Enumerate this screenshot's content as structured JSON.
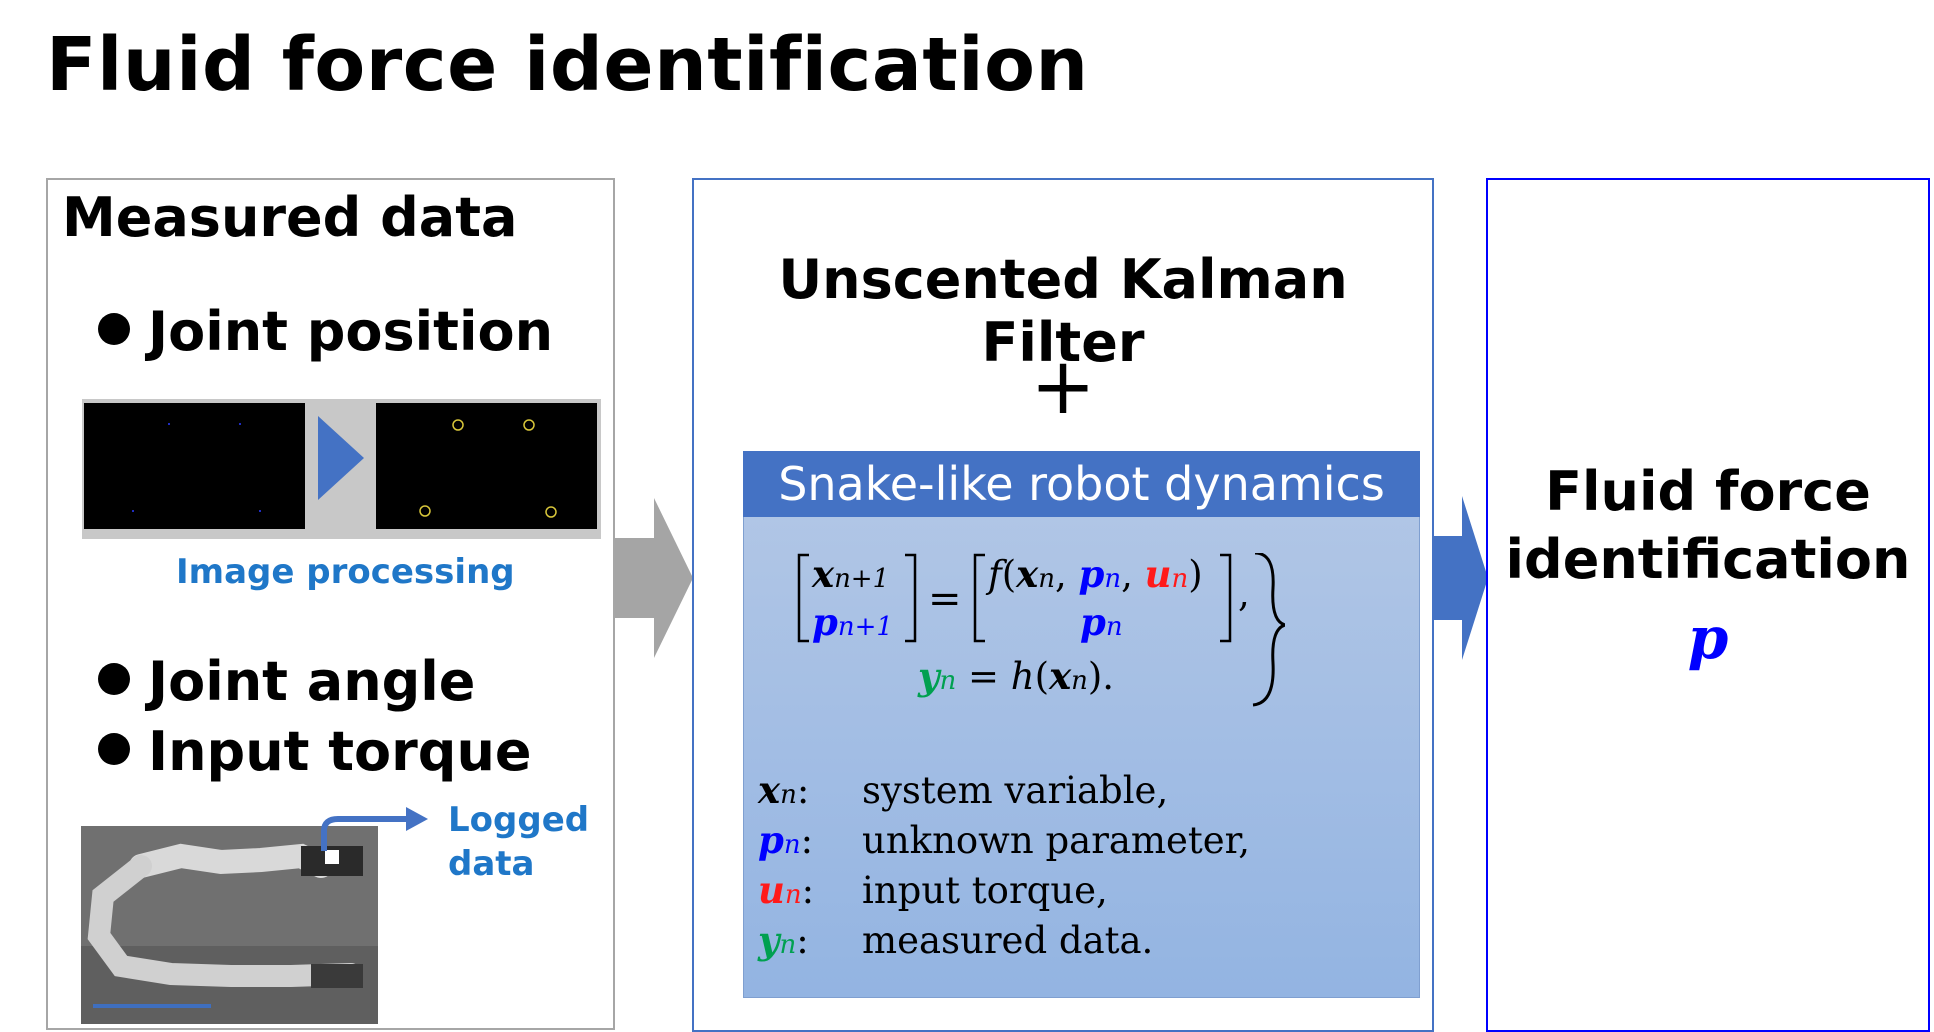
{
  "title": "Fluid force identification",
  "measured": {
    "heading": "Measured data",
    "bullets": [
      "Joint position",
      "Joint angle",
      "Input torque"
    ],
    "image_caption": "Image processing",
    "logged_caption_1": "Logged",
    "logged_caption_2": "data"
  },
  "ukf": {
    "title": "Unscented Kalman Filter",
    "plus": "+",
    "dynamics_header": "Snake-like robot dynamics",
    "eq": {
      "x_next": "x",
      "x_next_sub": "n+1",
      "p_next": "p",
      "p_next_sub": "n+1",
      "f": "f",
      "x": "x",
      "p": "p",
      "u": "u",
      "n": "n",
      "y": "y",
      "h": "h"
    },
    "legend": [
      {
        "sym": "x",
        "sub": "n",
        "text": "system variable,"
      },
      {
        "sym": "p",
        "sub": "n",
        "text": "unknown parameter,"
      },
      {
        "sym": "u",
        "sub": "n",
        "text": "input torque,"
      },
      {
        "sym": "y",
        "sub": "n",
        "text": "measured data."
      }
    ]
  },
  "result": {
    "line1": "Fluid force",
    "line2": "identification",
    "symbol": "p"
  },
  "colors": {
    "box_gray": "#a6a6a6",
    "box_blue": "#4472c4",
    "box_pure_blue": "#0000ff",
    "accent_blue": "#1f77c8",
    "param_blue": "#0000ff",
    "input_red": "#ff1a1a",
    "measure_green": "#00a050"
  }
}
